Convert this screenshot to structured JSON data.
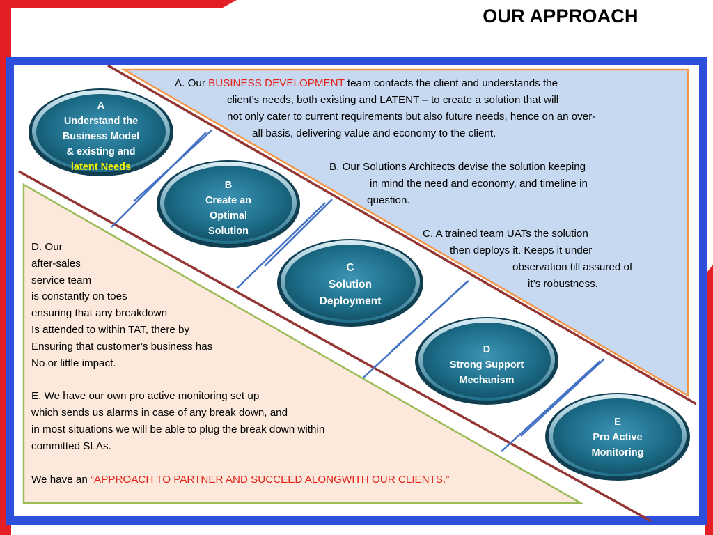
{
  "slide": {
    "title": "OUR APPROACH"
  },
  "upper_panel": {
    "a_prefix": "A. Our ",
    "a_highlight": "BUSINESS DEVELOPMENT",
    "a_line1_rest": " team contacts the client and  understands the",
    "a_line2": "client’s needs, both existing and LATENT – to  create a solution that will",
    "a_line3": "not only cater to current requirements but also future needs, hence on an over-",
    "a_line4": "all basis, delivering value and economy to the client.",
    "b_line1": "B. Our Solutions Architects devise the solution keeping",
    "b_line2": "in mind the need and economy, and timeline in",
    "b_line3": "question.",
    "c_line1": "C. A trained team UATs the solution",
    "c_line2": "then deploys it. Keeps it under",
    "c_line3": "observation till assured of",
    "c_line4": "it’s robustness."
  },
  "lower_panel": {
    "d_lines": [
      "D. Our",
      "after-sales",
      "service team",
      "is constantly on toes",
      "ensuring that any breakdown",
      "Is attended to within TAT, there by",
      "Ensuring that customer’s business has",
      "No or little impact."
    ],
    "e_lines": [
      "E. We have our own pro active monitoring set up",
      "which sends us alarms in case of any break down, and",
      "in most situations we will be able to plug the break down within",
      "committed SLAs."
    ],
    "closing_prefix": "We have an ",
    "closing_highlight": "“APPROACH TO PARTNER AND SUCCEED ALONGWITH OUR CLIENTS.”"
  },
  "steps": [
    {
      "letter": "A",
      "lines": [
        "Understand the",
        "Business Model",
        "& existing and"
      ],
      "highlight_line": "latent Needs"
    },
    {
      "letter": "B",
      "lines": [
        "Create an",
        "Optimal",
        "Solution"
      ]
    },
    {
      "letter": "C",
      "lines": [
        "Solution",
        "Deployment"
      ]
    },
    {
      "letter": "D",
      "lines": [
        "Strong Support",
        "Mechanism"
      ]
    },
    {
      "letter": "E",
      "lines": [
        "Pro Active",
        "Monitoring"
      ]
    }
  ],
  "colors": {
    "red_frame": "#e31e24",
    "blue_frame": "#2e4fdc",
    "upper_fill": "#c6d9f1",
    "upper_border": "#f79646",
    "lower_fill": "#fce9db",
    "lower_border": "#9bbb59",
    "diagonal": "#943634",
    "rung": "#4472c4",
    "oval_dark": "#17627a",
    "oval_light": "#4aa3c2",
    "highlight_red": "#e32219",
    "highlight_yellow": "#f5f500"
  }
}
